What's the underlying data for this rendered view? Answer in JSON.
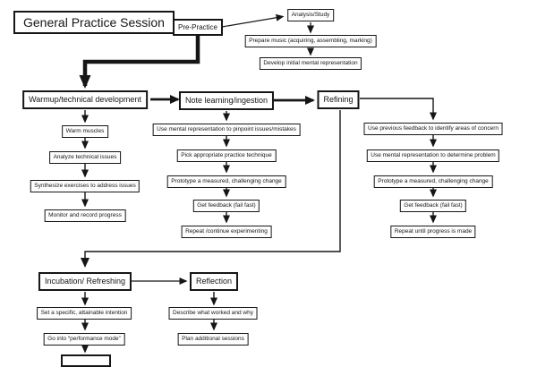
{
  "diagram": {
    "title": "General Practice Session",
    "nodes": {
      "pre_practice": "Pre-Practice",
      "analysis_study": "Analysis/Study",
      "prepare_music": "Prepare music (acquiring, assembling, marking)",
      "develop_mental": "Develop initial mental representation",
      "warmup": "Warmup/technical development",
      "warm_muscles": "Warm muscles",
      "analyze_issues": "Analyze technical issues",
      "synthesize_exercises": "Synthesize exercises to address issues",
      "monitor_progress": "Monitor and record progress",
      "note_learning": "Note learning/ingestion",
      "pinpoint_issues": "Use mental representation to pinpoint issues/mistakes",
      "pick_technique": "Pick appropriate practice technique",
      "prototype_change_note": "Prototype a measured, challenging change",
      "get_feedback_note": "Get feedback (fail fast)",
      "repeat_experimenting": "Repeat /continue experimenting",
      "refining": "Refining",
      "previous_feedback": "Use previous feedback to identify areas of concern",
      "determine_problem": "Use mental representation to determine problem",
      "prototype_change_refine": "Prototype a measured, challenging change",
      "get_feedback_refine": "Get feedback (fail fast)",
      "repeat_progress": "Repeat until progress is made",
      "incubation": "Incubation/ Refreshing",
      "set_intention": "Set a specific, attainable intention",
      "performance_mode": "Go into “performance mode”",
      "reflection": "Reflection",
      "describe_worked": "Describe what worked and why",
      "plan_sessions": "Plan additional sessions"
    },
    "colors": {
      "ink": "#161616",
      "node_fill": "#fdfdfd",
      "background": "#ffffff"
    }
  }
}
